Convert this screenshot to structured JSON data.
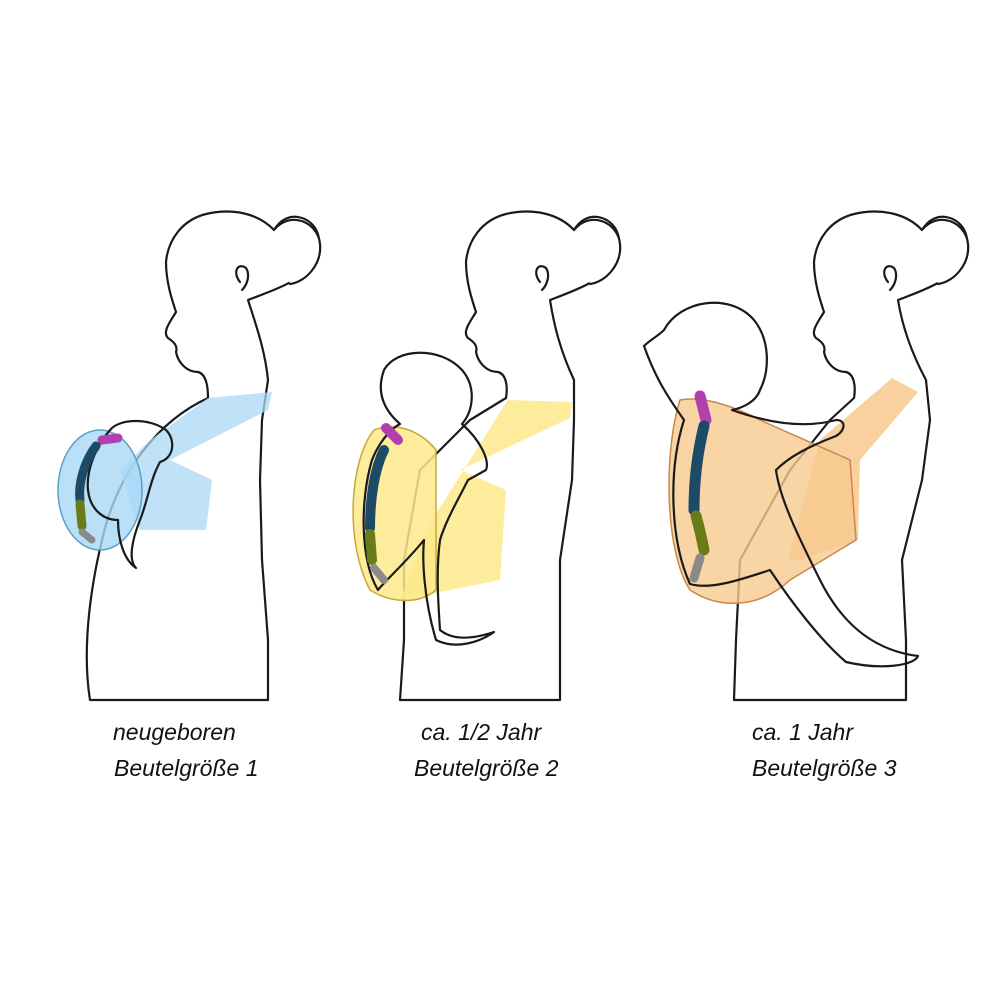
{
  "panels": [
    {
      "age": "neugeboren",
      "size": "Beutelgröße 1",
      "carrier_color": "#a9d8f5"
    },
    {
      "age": "ca. 1/2 Jahr",
      "size": "Beutelgröße 2",
      "carrier_color": "#fbe98a"
    },
    {
      "age": "ca. 1 Jahr",
      "size": "Beutelgröße 3",
      "carrier_color": "#f8c98e"
    }
  ],
  "spine_colors": {
    "neck": "#b23fae",
    "back": "#1d4a66",
    "lower_back": "#6a7c1a",
    "tail": "#8a8a8a"
  }
}
